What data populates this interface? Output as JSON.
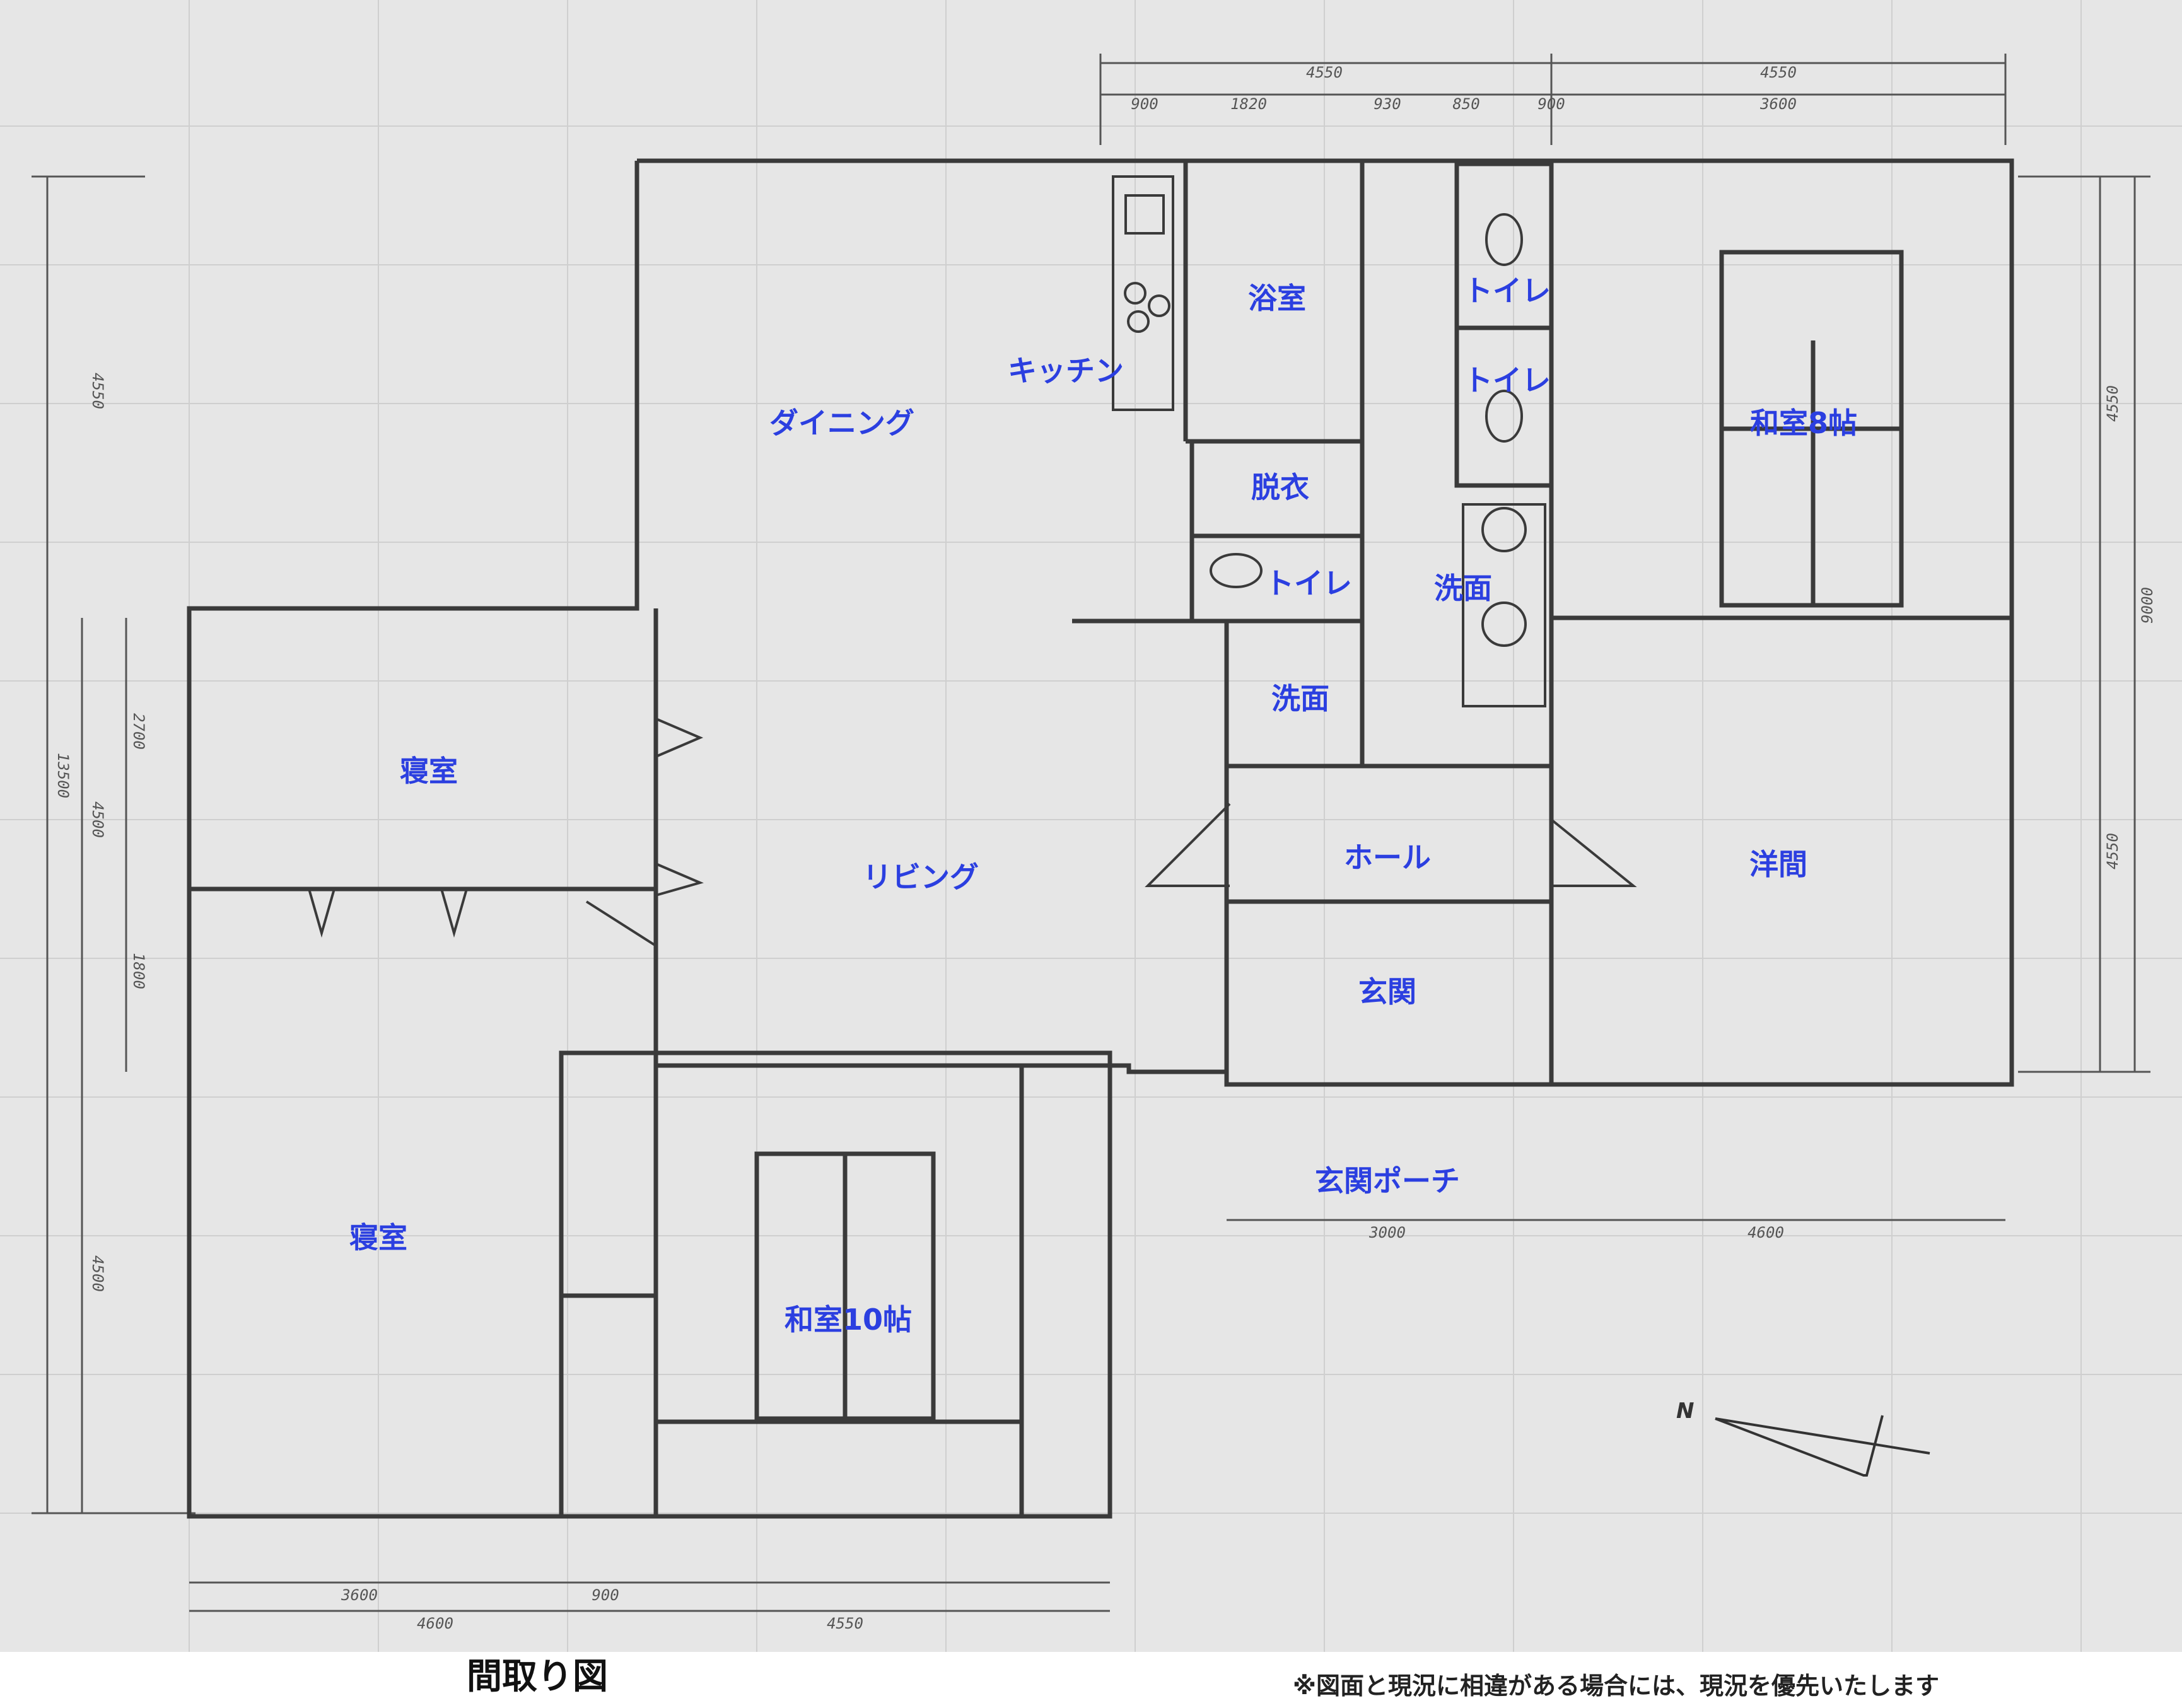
{
  "rooms": {
    "bedroom_upper": "寝室",
    "bedroom_lower": "寝室",
    "dining": "ダイニング",
    "kitchen": "キッチン",
    "bath": "浴室",
    "changing": "脱衣",
    "toilet_1": "トイレ",
    "toilet_2": "トイレ",
    "toilet_3": "トイレ",
    "washroom_1": "洗面",
    "washroom_2": "洗面",
    "japanese_8": "和室8帖",
    "living": "リビング",
    "hall": "ホール",
    "western": "洋間",
    "entrance": "玄関",
    "porch": "玄関ポーチ",
    "japanese_10": "和室10帖"
  },
  "dimensions": {
    "top_total_left": "4550",
    "top_total_right": "4550",
    "top_sub_1": "900",
    "top_sub_2": "1820",
    "top_sub_3": "930",
    "top_sub_4": "850",
    "top_sub_5": "900",
    "top_sub_6": "3600",
    "left_total": "13500",
    "left_upper": "4550",
    "left_mid": "4500",
    "left_lower": "4500",
    "left_sub_1": "2700",
    "left_sub_2": "1800",
    "right_total": "9000",
    "right_upper": "4550",
    "right_lower": "4550",
    "bottom_left": "4600",
    "bottom_right": "4550",
    "bottom_sub_1": "3600",
    "bottom_sub_2": "900",
    "porch_left": "3000",
    "porch_right": "4600"
  },
  "compass": {
    "label": "N"
  },
  "caption": "間取り図",
  "disclaimer": "※図面と現況に相違がある場合には、現況を優先いたします",
  "colors": {
    "sheet": "#e6e6e6",
    "wall": "#3a3a3a",
    "grid": "#cfcfcf",
    "label": "#2b3fe0"
  }
}
